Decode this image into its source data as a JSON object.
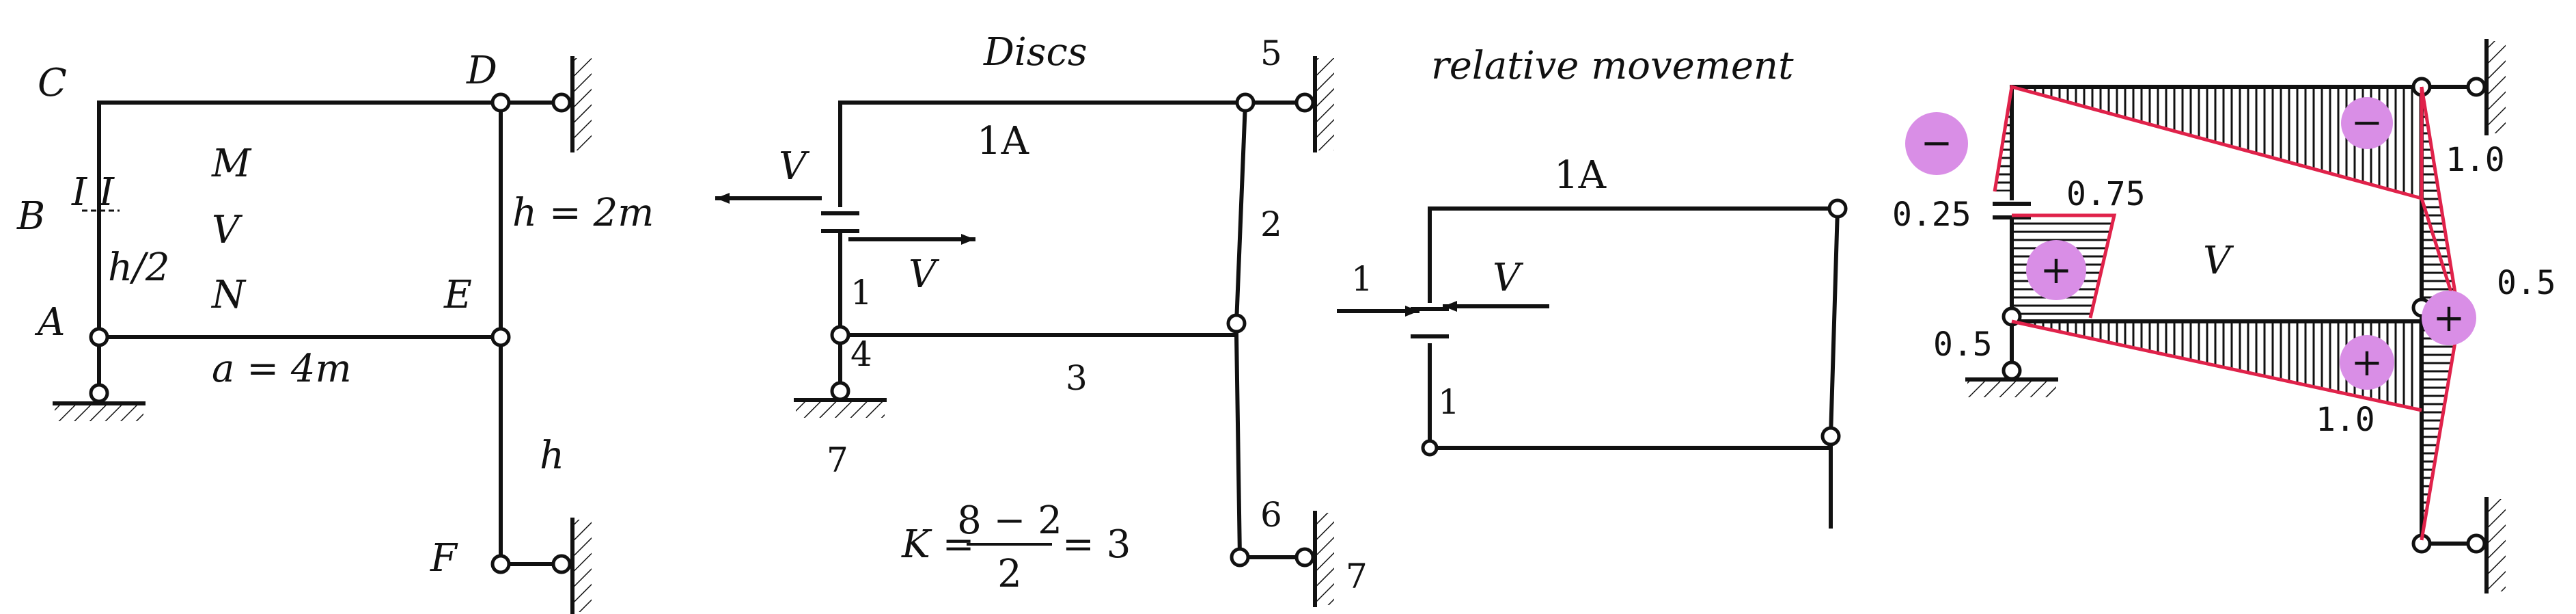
{
  "colors": {
    "line": "#111111",
    "moment_line": "#e0224a",
    "sign_marker": "#d98ee6"
  },
  "panel1": {
    "nodes": {
      "C": "C",
      "D": "D",
      "B": "B",
      "A": "A",
      "E": "E",
      "F": "F"
    },
    "section": "I I",
    "forces": [
      "M",
      "V",
      "N"
    ],
    "dims": {
      "half_h": "h/2",
      "h2": "h = 2m",
      "a4": "a = 4m",
      "h": "h"
    }
  },
  "panel2": {
    "title": "Discs",
    "disc_labels": {
      "d1A": "1A",
      "d2": "2",
      "d1": "1",
      "d3": "3"
    },
    "node_labels": {
      "n5": "5",
      "n4": "4",
      "n7a": "7",
      "n6": "6",
      "n7b": "7"
    },
    "force": "V",
    "formula": {
      "lhs": "K =",
      "numerator": "8 − 2",
      "denominator": "2",
      "rhs": "= 3"
    }
  },
  "panel3": {
    "title": "relative movement",
    "disc_labels": {
      "d1A": "1A",
      "d1": "1",
      "arrow1": "1"
    },
    "force": "V"
  },
  "panel4": {
    "values": {
      "v025": "0.25",
      "v075": "0.75",
      "v10a": "1.0",
      "v05a": "0.5",
      "v05b": "0.5",
      "v10b": "1.0"
    },
    "force": "V",
    "signs": {
      "neg": "−",
      "pos": "+"
    }
  }
}
